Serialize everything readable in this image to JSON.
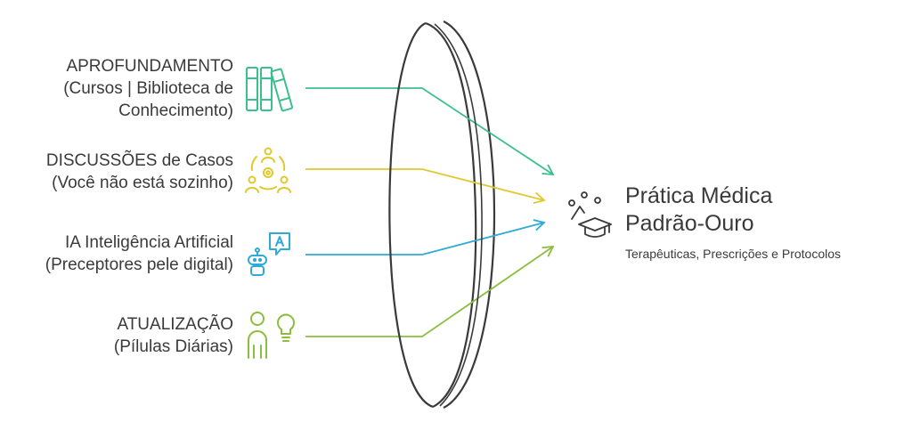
{
  "inputs": [
    {
      "lines": [
        "APROFUNDAMENTO",
        "(Cursos | Biblioteca de",
        "Conhecimento)"
      ],
      "icon": "books-icon",
      "color": "#3cbf8e"
    },
    {
      "lines": [
        "DISCUSSÕES de Casos",
        "(Você não está sozinho)"
      ],
      "icon": "team-gear-icon",
      "color": "#e0c92e"
    },
    {
      "lines": [
        "IA Inteligência Artificial",
        "(Preceptores pele digital)"
      ],
      "icon": "robot-chat-icon",
      "color": "#2ea9d8"
    },
    {
      "lines": [
        "ATUALIZAÇÃO",
        "(Pílulas Diárias)"
      ],
      "icon": "person-lightbulb-icon",
      "color": "#8cbd3f"
    }
  ],
  "result": {
    "title_lines": [
      "Prática Médica",
      "Padrão-Ouro"
    ],
    "subtitle": "Terapêuticas, Prescrições e Protocolos",
    "icon": "education-network-icon"
  },
  "lens": {
    "stroke": "#3a3a3a"
  }
}
